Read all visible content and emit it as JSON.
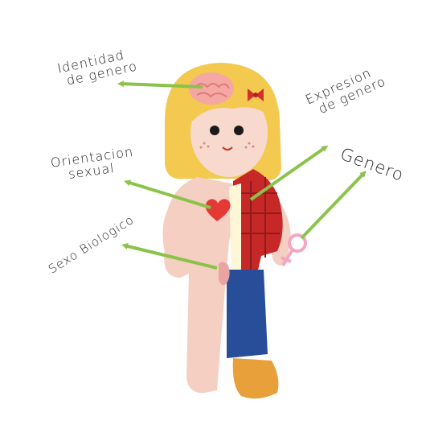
{
  "labels": {
    "identidad": [
      "Identidad",
      "de genero"
    ],
    "expresion": [
      "Expresion",
      "de genero"
    ],
    "genero": "Genero",
    "orientacion": [
      "Orientacion",
      "sexual"
    ],
    "sexo": "Sexo Biologico"
  },
  "colors": {
    "arrow": "#8bc34a",
    "skin": "#f5cfc2",
    "hair": "#f3c94f",
    "brain": "#f4a7a3",
    "heart": "#e53935",
    "shirt": "#c62828",
    "jeans": "#284e9a",
    "shoe": "#e8a03a",
    "symbol": "#f4a7c0"
  },
  "icons": [
    "brain-icon",
    "heart-icon",
    "bow-icon",
    "female-symbol-icon",
    "genitals-icon"
  ]
}
